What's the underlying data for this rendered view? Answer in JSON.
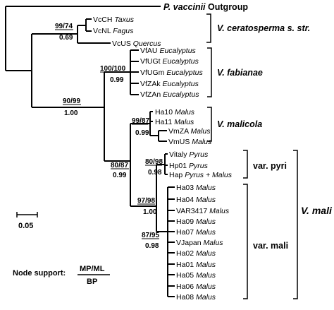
{
  "outgroup": {
    "taxon_italic": "P. vaccinii",
    "label": "Outgroup"
  },
  "taxa": [
    {
      "code": "VcCH",
      "host": "Taxus"
    },
    {
      "code": "VcNL",
      "host": "Fagus"
    },
    {
      "code": "VcUS",
      "host": "Quercus"
    },
    {
      "code": "VfAU",
      "host": "Eucalyptus"
    },
    {
      "code": "VfUGt",
      "host": "Eucalyptus"
    },
    {
      "code": "VfUGm",
      "host": "Eucalyptus"
    },
    {
      "code": "VfZAk",
      "host": "Eucalyptus"
    },
    {
      "code": "VfZAn",
      "host": "Eucalyptus"
    },
    {
      "code": "Ha10",
      "host": "Malus"
    },
    {
      "code": "Ha11",
      "host": "Malus"
    },
    {
      "code": "VmZA",
      "host": "Malus"
    },
    {
      "code": "VmUS",
      "host": "Malus"
    },
    {
      "code": "Vitaly",
      "host": "Pyrus"
    },
    {
      "code": "Hp01",
      "host": "Pyrus"
    },
    {
      "code": "Hap",
      "host": "Pyrus + Malus"
    },
    {
      "code": "Ha03",
      "host": "Malus"
    },
    {
      "code": "Ha04",
      "host": "Malus"
    },
    {
      "code": "VAR3417",
      "host": "Malus"
    },
    {
      "code": "Ha09",
      "host": "Malus"
    },
    {
      "code": "Ha07",
      "host": "Malus"
    },
    {
      "code": "VJapan",
      "host": "Malus"
    },
    {
      "code": "Ha02",
      "host": "Malus"
    },
    {
      "code": "Ha01",
      "host": "Malus"
    },
    {
      "code": "Ha05",
      "host": "Malus"
    },
    {
      "code": "Ha06",
      "host": "Malus"
    },
    {
      "code": "Ha08",
      "host": "Malus"
    }
  ],
  "nodes": {
    "ceratosperma": {
      "mp_ml": "99/74",
      "bp": "0.69"
    },
    "fabianae": {
      "mp_ml": "100/100",
      "bp": "0.99"
    },
    "main": {
      "mp_ml": "90/99",
      "bp": "1.00"
    },
    "malicola": {
      "mp_ml": "99/87",
      "bp": "0.99"
    },
    "mali_all": {
      "mp_ml": "80/87",
      "bp": "0.99"
    },
    "pyri": {
      "mp_ml": "80/98",
      "bp": "0.98"
    },
    "mali_var": {
      "mp_ml": "97/98",
      "bp": "1.00"
    },
    "mali_sub": {
      "mp_ml": "87/95",
      "bp": "0.98"
    }
  },
  "clades": {
    "ceratosperma": "V. ceratosperma s. str.",
    "fabianae": "V. fabianae",
    "malicola": "V. malicola",
    "pyri": "var. pyri",
    "mali_var": "var. mali",
    "mali": "V. mali"
  },
  "scale_bar": {
    "label": "0.05",
    "value": 0.05
  },
  "legend": {
    "title": "Node support:",
    "numerator": "MP/ML",
    "denominator": "BP"
  }
}
